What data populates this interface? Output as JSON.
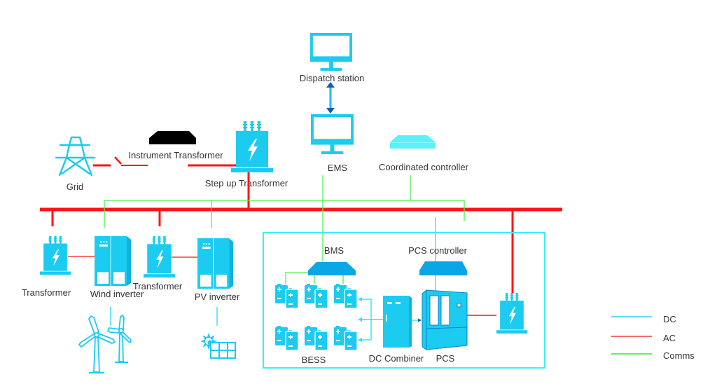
{
  "title": "Energy storage system architecture",
  "labels": {
    "dispatch_station": "Dispatch station",
    "ems": "EMS",
    "coordinated_controller": "Coordinated controller",
    "instrument_transformer": "Instrument Transformer",
    "step_up_transformer": "Step up Transformer",
    "grid": "Grid",
    "transformer_wind": "Transformer",
    "wind_inverter": "Wind inverter",
    "transformer_pv": "Transformer",
    "pv_inverter": "PV inverter",
    "bms": "BMS",
    "pcs_controller": "PCS controller",
    "bess": "BESS",
    "dc_combiner": "DC Combiner",
    "pcs": "PCS"
  },
  "legend": [
    {
      "label": "DC",
      "color": "#5fdcf2"
    },
    {
      "label": "AC",
      "color": "#f26b6b"
    },
    {
      "label": "Comms",
      "color": "#63ee63"
    }
  ],
  "colors": {
    "device": "#1ccbf0",
    "device_dark": "#12b2dc",
    "controller": "#0aa6e6",
    "coordinated_controller": "#5cf0f8",
    "instrument_transformer": "#000000",
    "ac_line": "#ff1414",
    "comms_line": "#4cf04c",
    "dc_line": "#33e0f5",
    "box_border": "#3eeefc",
    "arrow_head": "#0b5fb0",
    "text": "#333333"
  }
}
